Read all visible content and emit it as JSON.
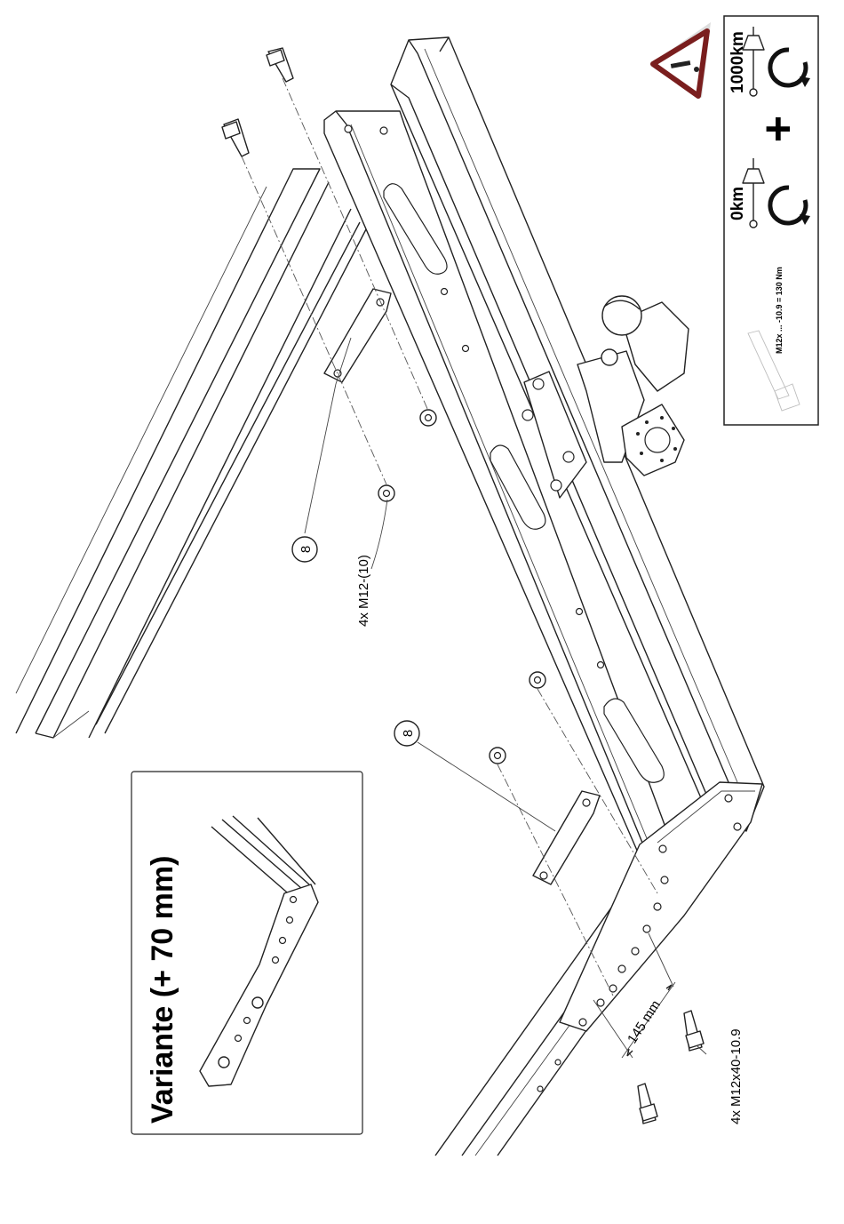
{
  "variant": {
    "title": "Variante (+ 70 mm)"
  },
  "callouts": {
    "part_number_top": "8",
    "part_number_bottom": "8",
    "nut_label": "4x M12-(10)",
    "bolt_label": "4x M12x40-10.9",
    "dimension_label": "145 mm"
  },
  "torque": {
    "initial_label": "0km",
    "retighten_label": "1000km",
    "plus_sign": "+",
    "spec_label": "M12x ... -10.9 = 130 Nm"
  },
  "colors": {
    "line": "#222222",
    "warning_red": "#7a1e1e"
  }
}
